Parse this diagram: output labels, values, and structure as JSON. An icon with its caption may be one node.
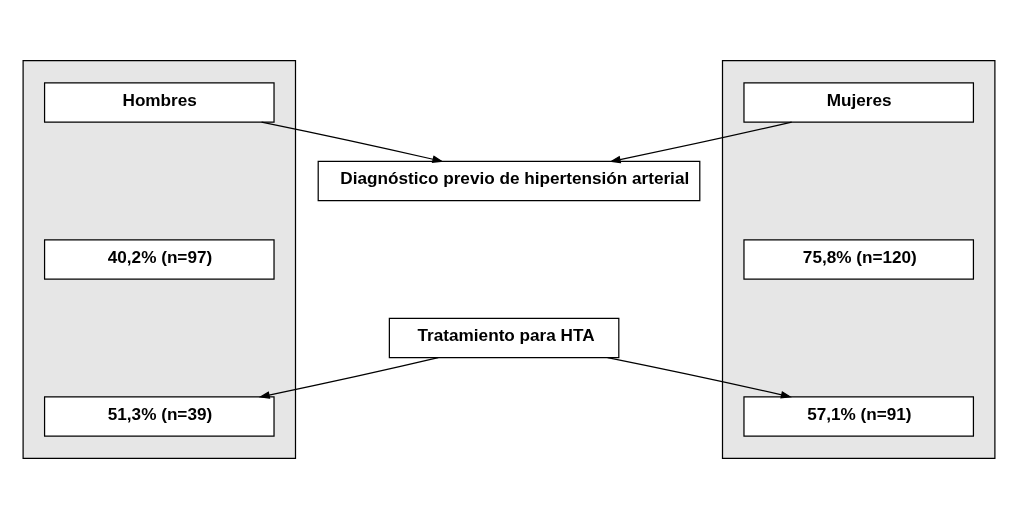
{
  "diagram": {
    "nodes": [
      {
        "text": [],
        "shape": "box"
      },
      {
        "text": [],
        "shape": "box"
      },
      {
        "text": [
          "Hombres"
        ],
        "in": 0
      },
      {
        "text": [
          "Mujeres"
        ],
        "in": 1
      },
      {
        "text": [
          "Diagnóstico previo de hipertensión arterial"
        ]
      },
      {
        "text": [
          "40,2% (n=97)"
        ],
        "in": 0
      },
      {
        "text": [
          "75,8% (n=120)"
        ],
        "in": 1
      },
      {
        "text": [
          "Tratamiento para HTA"
        ]
      },
      {
        "text": [
          "51,3% (n=39)"
        ],
        "in": 0
      },
      {
        "text": [
          "57,1% (n=91)"
        ],
        "in": 1
      }
    ],
    "edges": [
      {
        "from": 2,
        "to": 4,
        "arrow": "to"
      },
      {
        "from": 3,
        "to": 4,
        "arrow": "to"
      },
      {
        "from": 7,
        "to": 8,
        "arrow": "to"
      },
      {
        "from": 7,
        "to": 9,
        "arrow": "to"
      }
    ]
  }
}
